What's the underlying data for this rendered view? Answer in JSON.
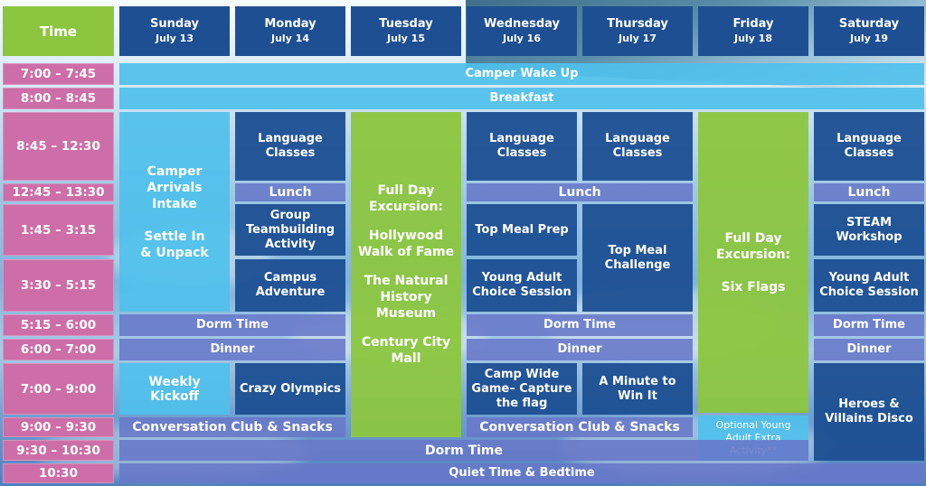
{
  "header": {
    "time_label": "Time",
    "days": [
      {
        "name": "Sunday",
        "date": "July 13"
      },
      {
        "name": "Monday",
        "date": "July 14"
      },
      {
        "name": "Tuesday",
        "date": "July 15"
      },
      {
        "name": "Wednesday",
        "date": "July 16"
      },
      {
        "name": "Thursday",
        "date": "July 17"
      },
      {
        "name": "Friday",
        "date": "July 18"
      },
      {
        "name": "Saturday",
        "date": "July 19"
      }
    ]
  },
  "times": [
    "7:00 – 7:45",
    "8:00 – 8:45",
    "8:45 – 12:30",
    "12:45 – 13:30",
    "1:45 – 3:15",
    "3:30 – 5:15",
    "5:15 – 6:00",
    "6:00 – 7:00",
    "7:00 – 9:00",
    "9:00 – 9:30",
    "9:30 – 10:30",
    "10:30"
  ],
  "events": {
    "wake_up": "Camper Wake Up",
    "breakfast": "Breakfast",
    "sunday_arrivals": "Camper Arrivals Intake",
    "sunday_settle": "Settle In & Unpack",
    "language_classes": "Language Classes",
    "lunch": "Lunch",
    "group_teambuilding": "Group Teambuilding Activity",
    "campus_adventure": "Campus Adventure",
    "tuesday_title": "Full Day Excursion:",
    "tuesday_hollywood": "Hollywood Walk of Fame",
    "tuesday_museum": "The Natural History Museum",
    "tuesday_mall": "Century City Mall",
    "top_meal_prep": "Top Meal Prep",
    "top_meal_challenge": "Top Meal Challenge",
    "young_adult_choice": "Young Adult Choice Session",
    "friday_title": "Full Day Excursion:",
    "friday_six_flags": "Six Flags",
    "steam_workshop": "STEAM Workshop",
    "dorm_time": "Dorm Time",
    "dinner": "Dinner",
    "weekly_kickoff": "Weekly Kickoff",
    "crazy_olympics": "Crazy Olympics",
    "camp_wide_game": "Camp Wide Game– Capture the flag",
    "minute_to_win": "A Minute to Win It",
    "heroes_villains": "Heroes & Villains Disco",
    "conversation_club": "Conversation Club & Snacks",
    "optional_young_adult": "Optional Young Adult Extra Activity**",
    "quiet_time": "Quiet Time & Bedtime"
  },
  "colors": {
    "green": "#8cc63f",
    "navy": "#1f4f93",
    "pink": "#cd6ea8",
    "cyan": "#4fc0ec",
    "lavender": "#6878c8"
  }
}
